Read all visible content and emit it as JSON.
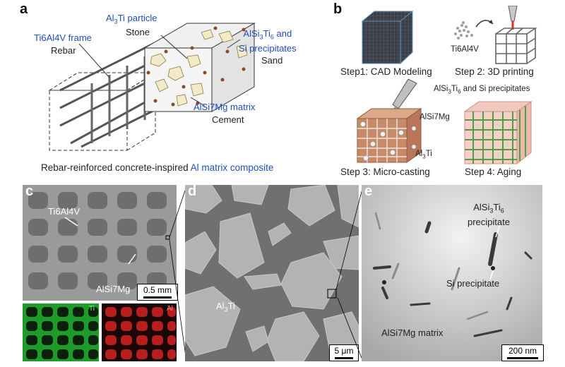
{
  "panel_a": {
    "letter": "a",
    "frame_label": "Ti6Al4V frame",
    "rebar": "Rebar",
    "particle_label_pre": "Al",
    "particle_label_sub": "3",
    "particle_label_post": "Ti particle",
    "stone": "Stone",
    "precip_label_line1_pre": "AlSi",
    "precip_label_line1_sub1": "3",
    "precip_label_line1_mid": "Ti",
    "precip_label_line1_sub2": "6",
    "precip_label_line1_post": " and",
    "precip_label_line2": "Si precipitates",
    "sand": "Sand",
    "matrix_label": "AlSi7Mg matrix",
    "cement": "Cement",
    "caption_black": "Rebar-reinforced concrete-inspired ",
    "caption_blue": "Al matrix composite"
  },
  "panel_b": {
    "letter": "b",
    "step1": "Step1: CAD Modeling",
    "step2": "Step 2: 3D printing",
    "step3": "Step 3: Micro-casting",
    "step4": "Step 4: Aging",
    "powder_label": "Ti6Al4V",
    "matrix_label": "AlSi7Mg",
    "particle_pre": "Al",
    "particle_sub": "3",
    "particle_post": "Ti",
    "precip_pre": "AlSi",
    "precip_sub1": "3",
    "precip_mid": "Ti",
    "precip_sub2": "6",
    "precip_post": " and Si precipitates"
  },
  "panel_c": {
    "letter": "c",
    "label_frame": "Ti6Al4V",
    "label_matrix": "AlSi7Mg",
    "scale": "0.5 mm",
    "map_ti": "Ti",
    "map_al": "Al"
  },
  "panel_d": {
    "letter": "d",
    "particle_pre": "Al",
    "particle_sub": "3",
    "particle_post": "Ti",
    "scale": "5 μm"
  },
  "panel_e": {
    "letter": "e",
    "precip_pre": "AlSi",
    "precip_sub1": "3",
    "precip_mid": "Ti",
    "precip_sub2": "6",
    "precip_line2": "precipitate",
    "si_precip": "Si precipitate",
    "matrix": "AlSi7Mg matrix",
    "scale": "200 nm"
  },
  "colors": {
    "label_blue": "#1f4fb8",
    "ti_map": "#1e9b2a",
    "al_map": "#b81e1e",
    "casting_brown": "#c98a68",
    "aged_green": "#7ac070"
  }
}
